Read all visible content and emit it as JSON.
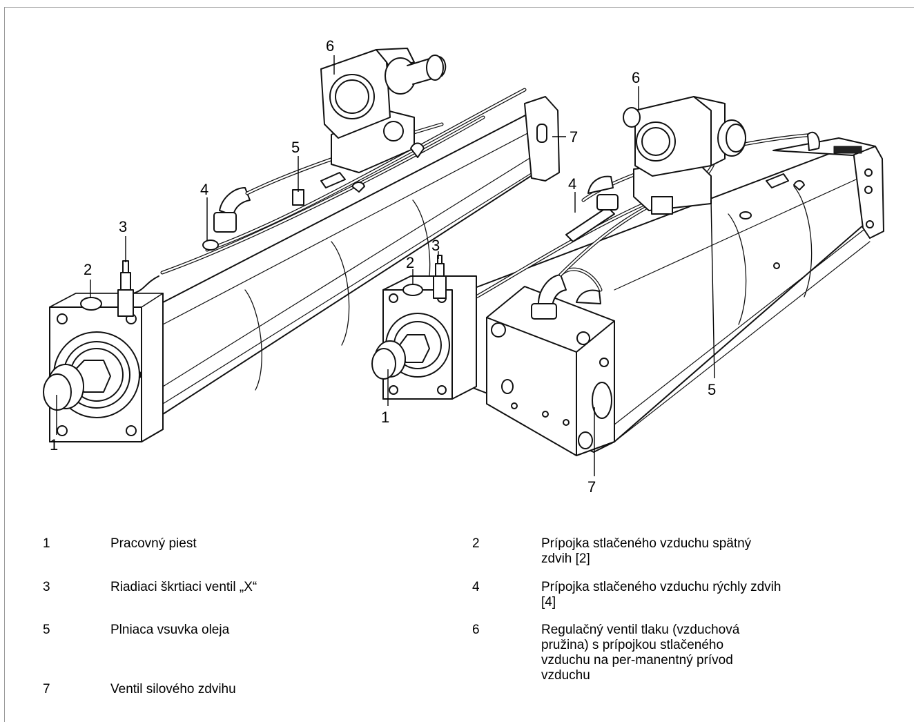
{
  "callouts": {
    "left": [
      "1",
      "2",
      "3",
      "4",
      "5",
      "6",
      "7"
    ],
    "right": [
      "1",
      "2",
      "3",
      "4",
      "5",
      "6",
      "7"
    ]
  },
  "legend": [
    {
      "num": "1",
      "text": "Pracovný piest"
    },
    {
      "num": "2",
      "text": "Prípojka stlačeného vzduchu spätný zdvih [2]"
    },
    {
      "num": "3",
      "text": "Riadiaci škrtiaci ventil „X“"
    },
    {
      "num": "4",
      "text": "Prípojka stlačeného vzduchu rýchly zdvih [4]"
    },
    {
      "num": "5",
      "text": "Plniaca vsuvka oleja"
    },
    {
      "num": "6",
      "text": "Regulačný ventil tlaku (vzduchová pružina) s prípojkou stlačeného vzduchu na per-manentný prívod vzduchu"
    },
    {
      "num": "7",
      "text": "Ventil silového zdvihu"
    }
  ]
}
